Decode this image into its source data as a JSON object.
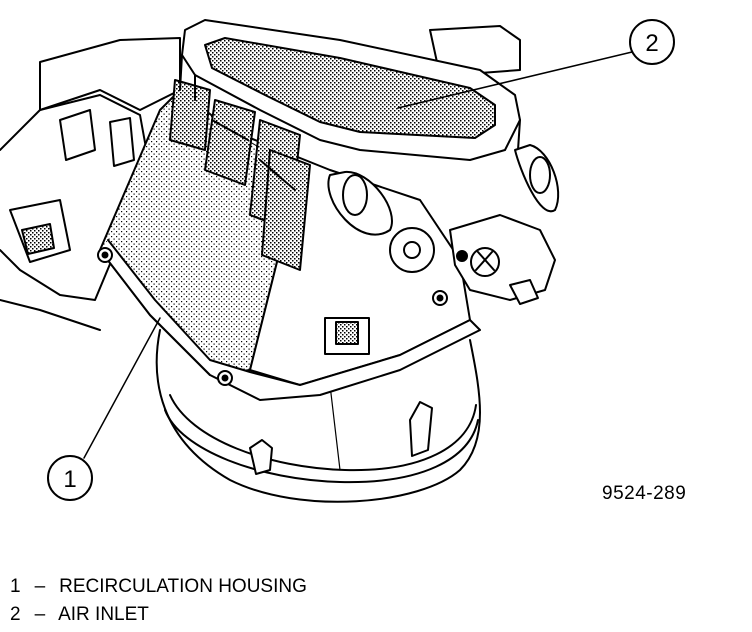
{
  "figure": {
    "id": "9524-289",
    "callouts": [
      {
        "number": "1",
        "label": "RECIRCULATION HOUSING"
      },
      {
        "number": "2",
        "label": "AIR INLET"
      }
    ]
  },
  "legend": [
    {
      "number": "1",
      "separator": "–",
      "label": "RECIRCULATION HOUSING"
    },
    {
      "number": "2",
      "separator": "–",
      "label": "AIR INLET"
    }
  ],
  "colors": {
    "line": "#000000",
    "background": "#ffffff",
    "shade": "#8a8a8a"
  }
}
